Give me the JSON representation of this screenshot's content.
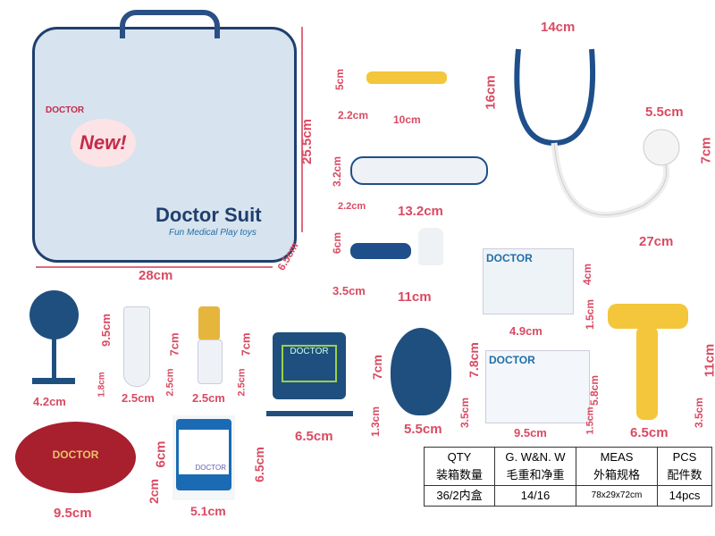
{
  "case": {
    "title": "Doctor Suit",
    "subtitle": "Fun Medical Play toys",
    "badge": "New!",
    "brand": "DOCTOR",
    "width": "28cm",
    "height": "25.5cm",
    "depth": "6.5cm"
  },
  "syringe": {
    "h": "5cm",
    "d": "2.2cm",
    "w": "10cm"
  },
  "thermometer": {
    "h": "3.2cm",
    "d": "2.2cm",
    "w": "13.2cm"
  },
  "dropper": {
    "h": "6cm",
    "d": "3.5cm",
    "w": "11cm"
  },
  "stethoscope": {
    "w": "14cm",
    "h": "16cm",
    "head_w": "5.5cm",
    "head_h": "7cm",
    "length": "27cm"
  },
  "card1": {
    "title": "DOCTOR",
    "h": "4cm",
    "w": "4.9cm",
    "d": "1.5cm"
  },
  "card2": {
    "title": "DOCTOR",
    "h": "5.8cm",
    "w": "9.5cm",
    "d": "1.5cm"
  },
  "hammer": {
    "h": "11cm",
    "w": "6.5cm",
    "d": "3.5cm"
  },
  "reflector": {
    "h": "9.5cm",
    "w": "4.2cm",
    "d": "1.8cm"
  },
  "tube": {
    "h": "7cm",
    "w": "2.5cm",
    "d": "2.5cm"
  },
  "vial": {
    "h": "7cm",
    "w": "2.5cm",
    "d": "2.5cm"
  },
  "monitor": {
    "brand": "DOCTOR",
    "h": "7cm",
    "w": "6.5cm",
    "d": "1.3cm"
  },
  "otoscope": {
    "h": "7.8cm",
    "w": "5.5cm",
    "d": "3.5cm"
  },
  "bowl": {
    "brand": "DOCTOR",
    "h": "6cm",
    "w": "9.5cm",
    "d": "2cm"
  },
  "badge_card": {
    "brand": "DOCTOR",
    "h": "6.5cm",
    "w": "5.1cm"
  },
  "spec_table": {
    "headers": [
      [
        "QTY",
        "装箱数量"
      ],
      [
        "G. W&N. W",
        "毛重和净重"
      ],
      [
        "MEAS",
        "外箱规格"
      ],
      [
        "PCS",
        "配件数"
      ]
    ],
    "row": [
      "36/2内盒",
      "14/16",
      "78x29x72cm",
      "14pcs"
    ]
  }
}
